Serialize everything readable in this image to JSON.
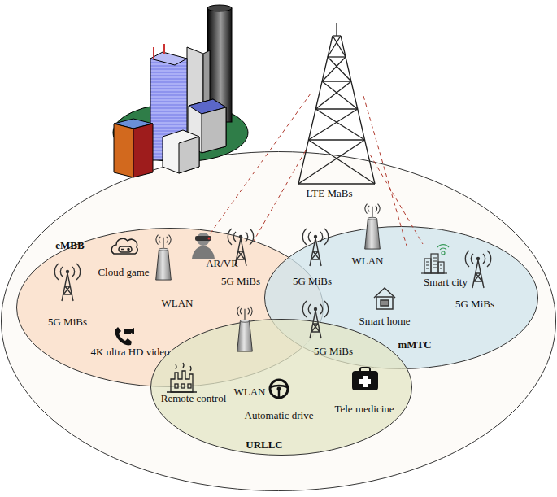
{
  "diagram": {
    "nodes": [
      {
        "text": [
          "LTE MaBs"
        ]
      },
      {
        "text": [
          "eMBB"
        ],
        "in": 0
      },
      {
        "text": [
          "mMTC"
        ],
        "in": 0
      },
      {
        "text": [
          "URLLC"
        ],
        "in": 0
      }
    ],
    "labels": [
      "Cloud game",
      "AR/VR",
      "5G MiBs",
      "WLAN",
      "5G MiBs",
      "Smart city",
      "5G MiBs",
      "WLAN",
      "5G MiBs",
      "Smart home",
      "5G MiBs",
      "4K ultra HD video",
      "WLAN",
      "Remote control",
      "Automatic drive",
      "Tele medicine"
    ]
  }
}
